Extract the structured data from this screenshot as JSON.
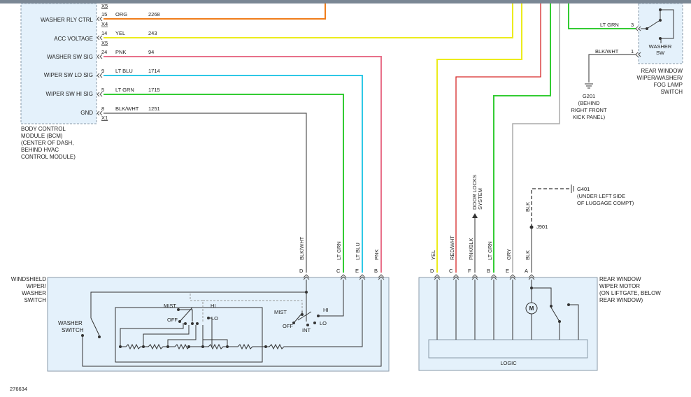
{
  "figure_id": "276634",
  "colors": {
    "org": "#f07d1a",
    "yel": "#ecec1c",
    "pnk": "#e8708a",
    "ltblu": "#2ec8e6",
    "ltgrn": "#33cc33",
    "blk": "#555555",
    "red": "#d62828",
    "gry": "#aaaaaa",
    "box_fill": "#e4f1fb",
    "box_stroke": "#8a9aa8"
  },
  "bcm": {
    "name": "BODY CONTROL",
    "desc": [
      "MODULE (BCM)",
      "(CENTER OF DASH,",
      "BEHIND HVAC",
      "CONTROL MODULE)"
    ],
    "pins": [
      {
        "signal": "WASHER RLY CTRL",
        "pin": "15",
        "wire": "ORG",
        "circuit": "2268",
        "conn": "X4",
        "conn_above": "X5"
      },
      {
        "signal": "ACC VOLTAGE",
        "pin": "14",
        "wire": "YEL",
        "circuit": "243",
        "conn": "X5"
      },
      {
        "signal": "WASHER SW SIG",
        "pin": "24",
        "wire": "PNK",
        "circuit": "94",
        "conn": ""
      },
      {
        "signal": "WIPER SW LO SIG",
        "pin": "9",
        "wire": "LT BLU",
        "circuit": "1714",
        "conn": ""
      },
      {
        "signal": "WIPER SW HI SIG",
        "pin": "5",
        "wire": "LT GRN",
        "circuit": "1715",
        "conn": ""
      },
      {
        "signal": "GND",
        "pin": "8",
        "wire": "BLK/WHT",
        "circuit": "1251",
        "conn": "X1"
      }
    ]
  },
  "windshield_switch": {
    "name": [
      "WINDSHIELD",
      "WIPER/",
      "WASHER",
      "SWITCH"
    ],
    "pins": [
      {
        "pin": "D",
        "wire": "BLK/WHT"
      },
      {
        "pin": "C",
        "wire": "LT GRN"
      },
      {
        "pin": "E",
        "wire": "LT BLU"
      },
      {
        "pin": "B",
        "wire": "PNK"
      }
    ],
    "washer_label": [
      "WASHER",
      "SWITCH"
    ],
    "mist": "MIST",
    "off": "OFF",
    "hi": "HI",
    "lo": "LO",
    "int": "INT"
  },
  "rear_motor": {
    "name": [
      "REAR WINDOW",
      "WIPER MOTOR",
      "(ON LIFTGATE, BELOW",
      "REAR WINDOW)"
    ],
    "pins": [
      {
        "pin": "D",
        "wire": "YEL"
      },
      {
        "pin": "C",
        "wire": "RED/WHT"
      },
      {
        "pin": "F",
        "wire": "PNK/BLK"
      },
      {
        "pin": "B",
        "wire": "LT GRN"
      },
      {
        "pin": "E",
        "wire": "GRY"
      },
      {
        "pin": "A",
        "wire": "BLK"
      }
    ],
    "logic": "LOGIC",
    "motor": "M",
    "door_locks": [
      "DOOR LOCKS",
      "SYSTEM"
    ],
    "splice": "J901",
    "ground": "G401",
    "ground_desc": [
      "(UNDER LEFT SIDE",
      "OF LUGGAGE COMPT)"
    ]
  },
  "rear_switch": {
    "name": [
      "REAR WINDOW",
      "WIPER/WASHER/",
      "FOG LAMP",
      "SWITCH"
    ],
    "washer_sw": [
      "WASHER",
      "SW"
    ],
    "pins": [
      {
        "pin": "3",
        "wire": "LT GRN"
      },
      {
        "pin": "1",
        "wire": "BLK/WHT"
      }
    ],
    "ground": "G201",
    "ground_desc": [
      "(BEHIND",
      "RIGHT FRONT",
      "KICK PANEL)"
    ]
  }
}
